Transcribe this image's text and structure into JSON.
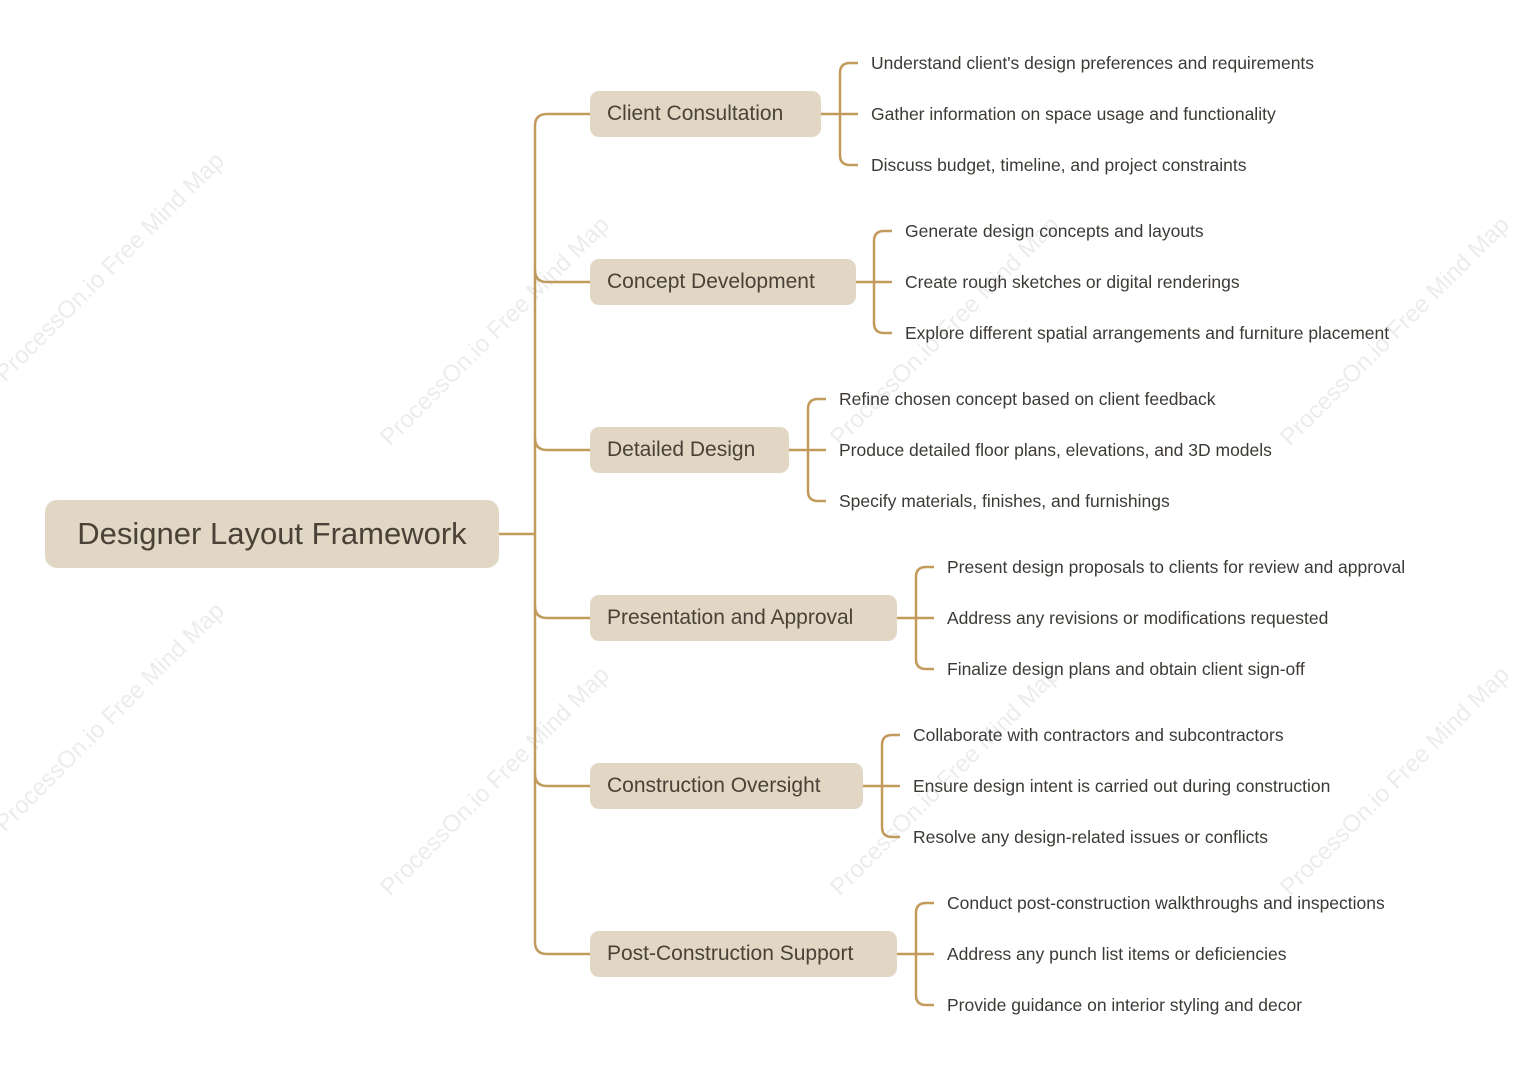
{
  "watermark": "ProcessOn.io Free Mind Map",
  "colors": {
    "connector": "#c29a5b",
    "node_fill": "#e2d7c5",
    "node_text": "#4a4236",
    "leaf_text": "#3d3a36"
  },
  "root": {
    "label": "Designer Layout Framework"
  },
  "branches": [
    {
      "label": "Client Consultation",
      "children": [
        "Understand client's design preferences and requirements",
        "Gather information on space usage and functionality",
        "Discuss budget, timeline, and project constraints"
      ]
    },
    {
      "label": "Concept Development",
      "children": [
        "Generate design concepts and layouts",
        "Create rough sketches or digital renderings",
        "Explore different spatial arrangements and furniture placement"
      ]
    },
    {
      "label": "Detailed Design",
      "children": [
        "Refine chosen concept based on client feedback",
        "Produce detailed floor plans, elevations, and 3D models",
        "Specify materials, finishes, and furnishings"
      ]
    },
    {
      "label": "Presentation and Approval",
      "children": [
        "Present design proposals to clients for review and approval",
        "Address any revisions or modifications requested",
        "Finalize design plans and obtain client sign-off"
      ]
    },
    {
      "label": "Construction Oversight",
      "children": [
        "Collaborate with contractors and subcontractors",
        "Ensure design intent is carried out during construction",
        "Resolve any design-related issues or conflicts"
      ]
    },
    {
      "label": "Post-Construction Support",
      "children": [
        "Conduct post-construction walkthroughs and inspections",
        "Address any punch list items or deficiencies",
        "Provide guidance on interior styling and decor"
      ]
    }
  ]
}
